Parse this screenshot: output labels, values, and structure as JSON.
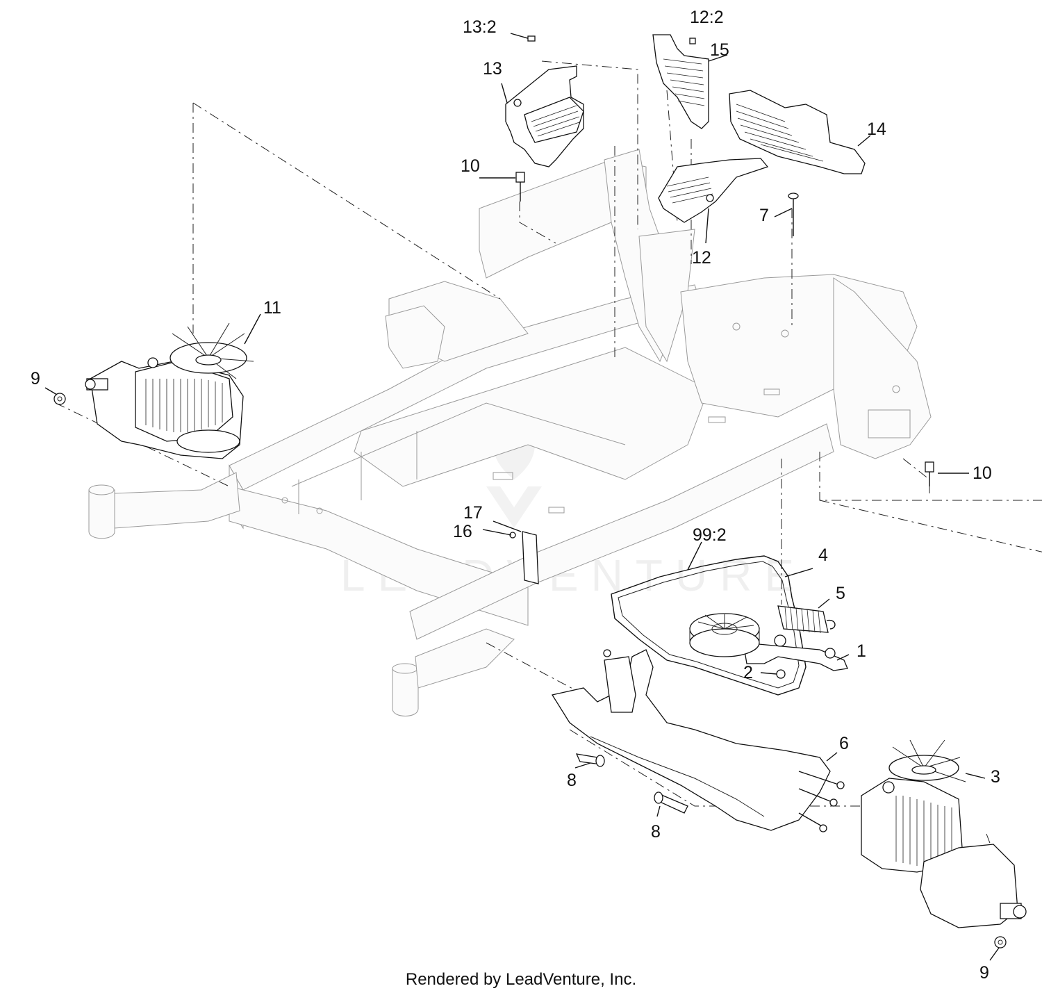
{
  "watermark": "LEADVENTURE",
  "footer": "Rendered by LeadVenture, Inc.",
  "callouts": {
    "c1": "1",
    "c2": "2",
    "c3": "3",
    "c4": "4",
    "c5": "5",
    "c6": "6",
    "c7": "7",
    "c8a": "8",
    "c8b": "8",
    "c9a": "9",
    "c9b": "9",
    "c10a": "10",
    "c10b": "10",
    "c11": "11",
    "c12": "12",
    "c12_2": "12:2",
    "c13": "13",
    "c13_2": "13:2",
    "c14": "14",
    "c15": "15",
    "c16": "16",
    "c17": "17",
    "c99_2": "99:2"
  }
}
